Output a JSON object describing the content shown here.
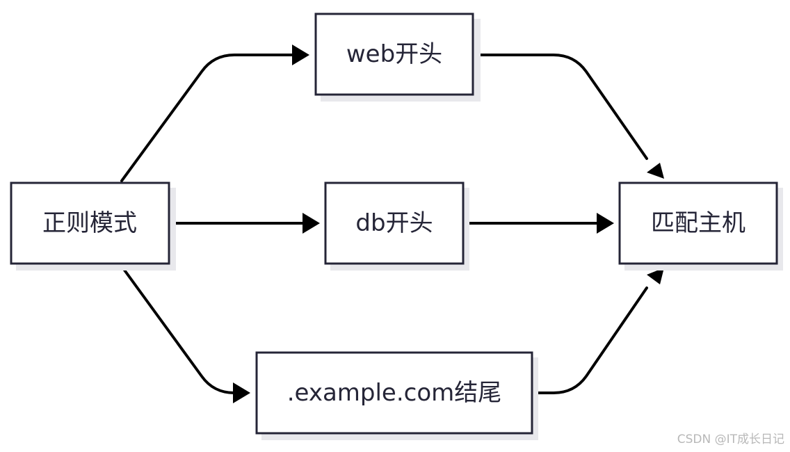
{
  "nodes": {
    "regex": {
      "label": "正则模式"
    },
    "web": {
      "label": "web开头"
    },
    "db": {
      "label": "db开头"
    },
    "example": {
      "label": ".example.com结尾"
    },
    "match": {
      "label": "匹配主机"
    }
  },
  "edges": [
    {
      "from": "regex",
      "to": "web"
    },
    {
      "from": "regex",
      "to": "db"
    },
    {
      "from": "regex",
      "to": "example"
    },
    {
      "from": "web",
      "to": "match"
    },
    {
      "from": "db",
      "to": "match"
    },
    {
      "from": "example",
      "to": "match"
    }
  ],
  "watermark": "CSDN @IT成长日记"
}
